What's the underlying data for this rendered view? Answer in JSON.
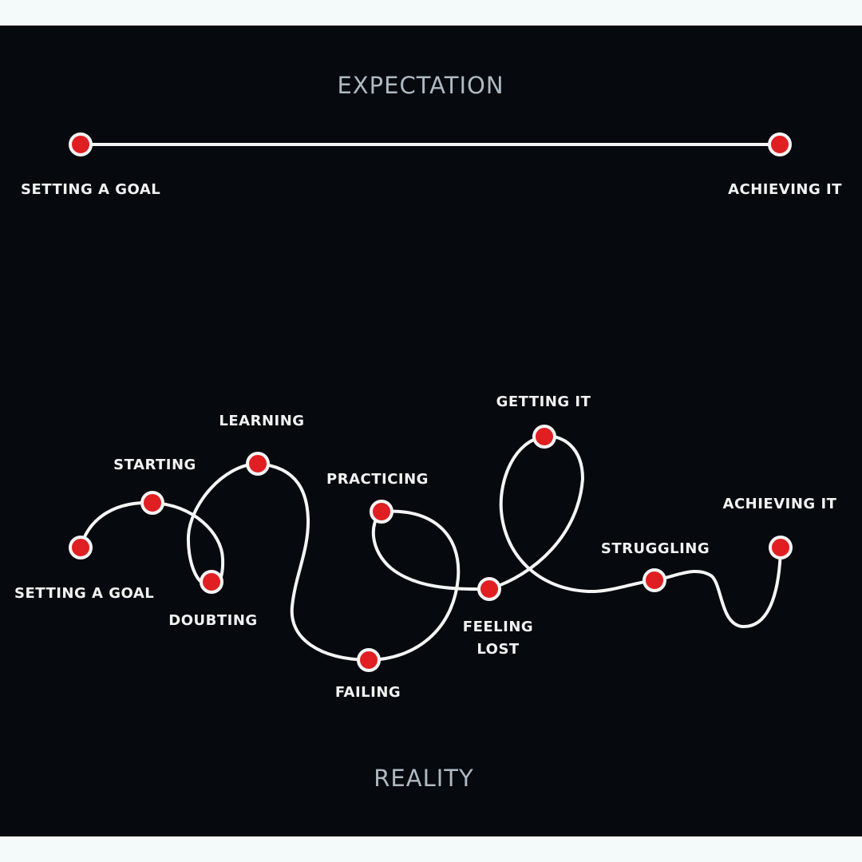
{
  "expectation": {
    "title": "EXPECTATION",
    "start_label": "SETTING A GOAL",
    "end_label": "ACHIEVING IT"
  },
  "reality": {
    "title": "REALITY",
    "steps": [
      {
        "label": "SETTING A GOAL"
      },
      {
        "label": "STARTING"
      },
      {
        "label": "DOUBTING"
      },
      {
        "label": "LEARNING"
      },
      {
        "label": "FAILING"
      },
      {
        "label": "PRACTICING"
      },
      {
        "label": "FEELING"
      },
      {
        "label": "LOST"
      },
      {
        "label": "GETTING IT"
      },
      {
        "label": "STRUGGLING"
      },
      {
        "label": "ACHIEVING IT"
      }
    ]
  },
  "colors": {
    "background": "#06090d",
    "line": "#f5f5f5",
    "dot": "#e01f22",
    "heading": "#aebac3",
    "frame": "#f4fafa"
  }
}
